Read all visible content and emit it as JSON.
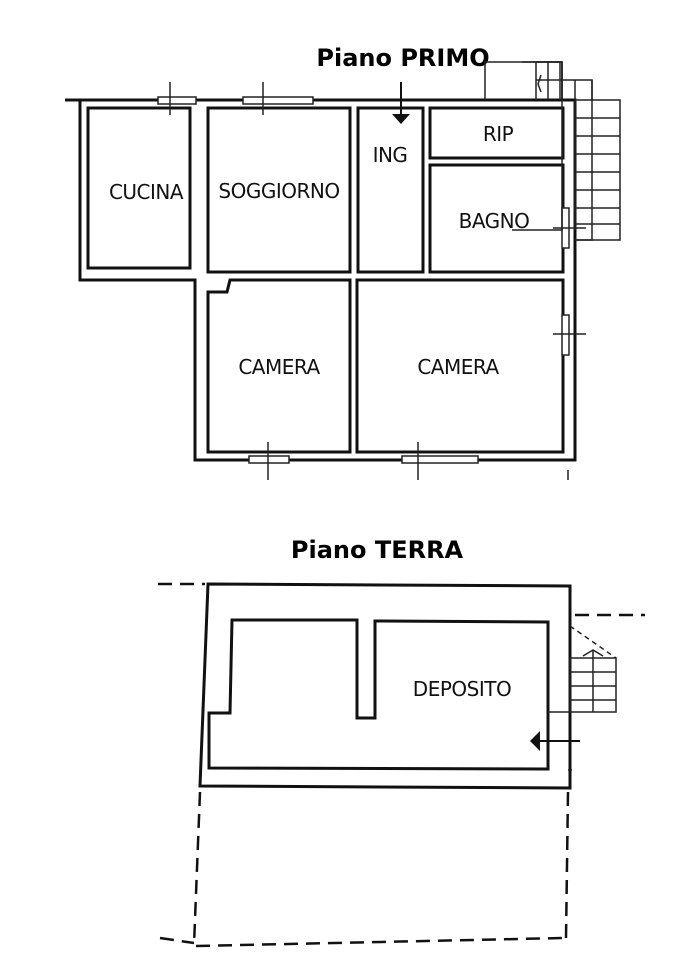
{
  "upper_floor": {
    "title": "Piano PRIMO",
    "rooms": [
      "CUCINA",
      "SOGGIORNO",
      "ING",
      "RIP",
      "BAGNO",
      "CAMERA",
      "CAMERA"
    ]
  },
  "ground_floor": {
    "title": "Piano TERRA",
    "rooms": [
      "DEPOSITO"
    ]
  }
}
